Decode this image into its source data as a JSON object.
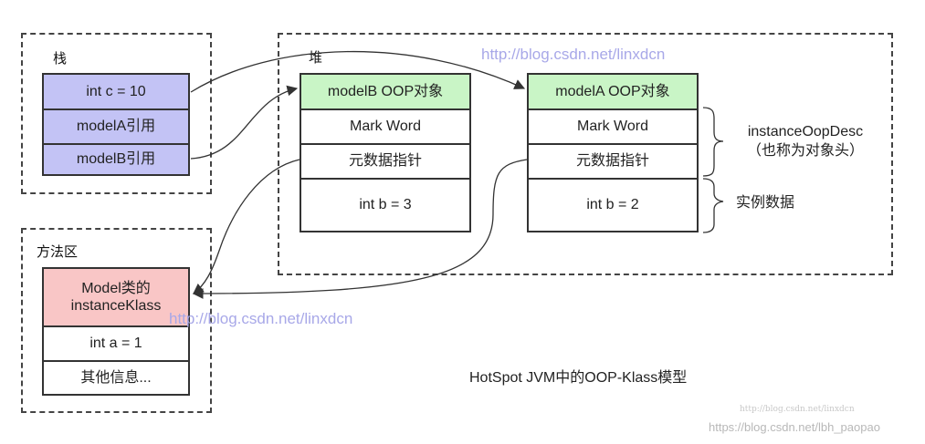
{
  "regions": {
    "stack": {
      "title": "栈"
    },
    "heap": {
      "title": "堆"
    },
    "method_area": {
      "title": "方法区"
    }
  },
  "stack_cells": [
    "int c = 10",
    "modelA引用",
    "modelB引用"
  ],
  "model_b": {
    "header": "modelB OOP对象",
    "mark_word": "Mark Word",
    "meta_pointer": "元数据指针",
    "field": "int b = 3"
  },
  "model_a": {
    "header": "modelA OOP对象",
    "mark_word": "Mark Word",
    "meta_pointer": "元数据指针",
    "field": "int b = 2"
  },
  "klass": {
    "header": "Model类的\ninstanceKlass",
    "field": "int a = 1",
    "other": "其他信息..."
  },
  "labels": {
    "instance_desc_1": "instanceOopDesc",
    "instance_desc_2": "（也称为对象头）",
    "instance_data": "实例数据"
  },
  "caption": "HotSpot JVM中的OOP-Klass模型",
  "watermarks": {
    "top": "http://blog.csdn.net/linxdcn",
    "middle": "http://blog.csdn.net/linxdcn",
    "small": "http://blog.csdn.net/linxdcn",
    "corner": "https://blog.csdn.net/lbh_paopao"
  },
  "colors": {
    "stack": "#c3c3f5",
    "header": "#c9f5c6",
    "klass": "#f9c6c6"
  }
}
